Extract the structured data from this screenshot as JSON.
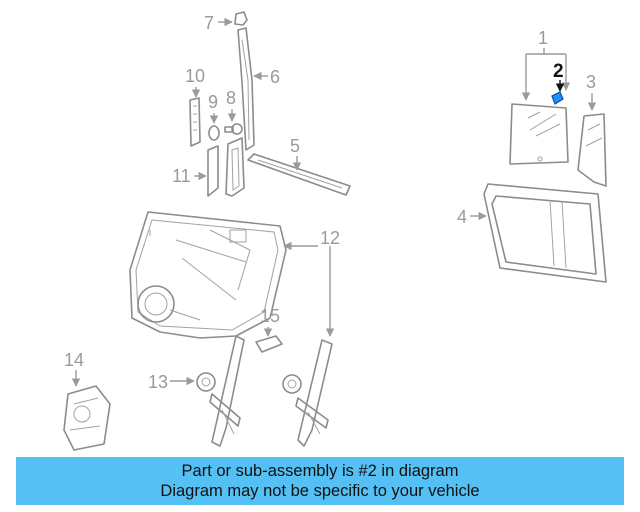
{
  "callouts": {
    "c1": "1",
    "c2": "2",
    "c3": "3",
    "c4": "4",
    "c5": "5",
    "c6": "6",
    "c7": "7",
    "c8": "8",
    "c9": "9",
    "c10": "10",
    "c11": "11",
    "c12": "12",
    "c13": "13",
    "c14": "14",
    "c15": "15"
  },
  "highlighted_part": "2",
  "banner": {
    "line1": "Part or sub-assembly is #2 in diagram",
    "line2": "Diagram may not be specific to your vehicle"
  },
  "colors": {
    "banner_background": "#55c0f4",
    "highlighted_part_fill": "#1e90ff",
    "line_art": "#8c8c8c"
  }
}
